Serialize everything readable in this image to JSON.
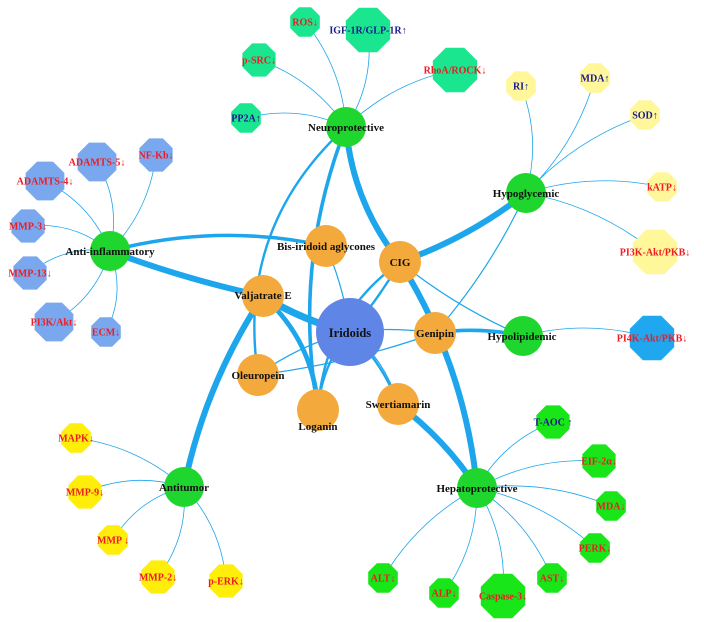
{
  "colors": {
    "edge": "#1ea6ec",
    "center": "#5f86e6",
    "component": "#f3a93b",
    "hub": "#1ed62e",
    "text_red": "#ee1b24",
    "text_navy": "#1a1a8c",
    "text_dark": "#111111",
    "leaf_teal": "#19e68f",
    "leaf_blue": "#7aa8ee",
    "leaf_paleyellow": "#fff79a",
    "leaf_yellow": "#ffee0a",
    "leaf_green": "#19e619",
    "leaf_cyan": "#1fa8ef"
  },
  "center": {
    "id": "iridoids",
    "label": "Iridoids"
  },
  "components": [
    {
      "id": "cig",
      "label": "CIG"
    },
    {
      "id": "bis",
      "label": "Bis-iridoid aglycones"
    },
    {
      "id": "valjatrate",
      "label": "Valjatrate E"
    },
    {
      "id": "genipin",
      "label": "Genipin"
    },
    {
      "id": "oleuropein",
      "label": "Oleuropein"
    },
    {
      "id": "loganin",
      "label": "Loganin"
    },
    {
      "id": "swertiamarin",
      "label": "Swertiamarin"
    }
  ],
  "hubs": [
    {
      "id": "neuroprotective",
      "label": "Neuroprotective",
      "leaves": [
        {
          "label": "ROS↓",
          "color": "leaf_teal",
          "text": "text_red"
        },
        {
          "label": "IGF-1R/GLP-1R↑",
          "color": "leaf_teal",
          "text": "text_navy"
        },
        {
          "label": "p-SRC↓",
          "color": "leaf_teal",
          "text": "text_red"
        },
        {
          "label": "RhoA/ROCK↓",
          "color": "leaf_teal",
          "text": "text_red"
        },
        {
          "label": "PP2A↑",
          "color": "leaf_teal",
          "text": "text_navy"
        }
      ]
    },
    {
      "id": "hypoglycemic",
      "label": "Hypoglycemic",
      "leaves": [
        {
          "label": "RI↑",
          "color": "leaf_paleyellow",
          "text": "text_navy"
        },
        {
          "label": "MDA↑",
          "color": "leaf_paleyellow",
          "text": "text_navy"
        },
        {
          "label": "SOD↑",
          "color": "leaf_paleyellow",
          "text": "text_navy"
        },
        {
          "label": "kATP↓",
          "color": "leaf_paleyellow",
          "text": "text_red"
        },
        {
          "label": "PI3K-Akt/PKB↓",
          "color": "leaf_paleyellow",
          "text": "text_red"
        }
      ]
    },
    {
      "id": "anti-inflammatory",
      "label": "Anti-inflammatory",
      "leaves": [
        {
          "label": "ADAMTS-5↓",
          "color": "leaf_blue",
          "text": "text_red"
        },
        {
          "label": "NF-Kb↓",
          "color": "leaf_blue",
          "text": "text_red"
        },
        {
          "label": "ADAMTS-4↓",
          "color": "leaf_blue",
          "text": "text_red"
        },
        {
          "label": "MMP-3↓",
          "color": "leaf_blue",
          "text": "text_red"
        },
        {
          "label": "MMP-13↓",
          "color": "leaf_blue",
          "text": "text_red"
        },
        {
          "label": "PI3K/Akt↓",
          "color": "leaf_blue",
          "text": "text_red"
        },
        {
          "label": "ECM↓",
          "color": "leaf_blue",
          "text": "text_red"
        }
      ]
    },
    {
      "id": "hypolipidemic",
      "label": "Hypolipidemic",
      "leaves": [
        {
          "label": "PI4K-Akt/PKB↓",
          "color": "leaf_cyan",
          "text": "text_red"
        }
      ]
    },
    {
      "id": "antitumor",
      "label": "Antitumor",
      "leaves": [
        {
          "label": "MAPK↓",
          "color": "leaf_yellow",
          "text": "text_red"
        },
        {
          "label": "MMP-9↓",
          "color": "leaf_yellow",
          "text": "text_red"
        },
        {
          "label": "MMP ↓",
          "color": "leaf_yellow",
          "text": "text_red"
        },
        {
          "label": "MMP-2↓",
          "color": "leaf_yellow",
          "text": "text_red"
        },
        {
          "label": "p-ERK↓",
          "color": "leaf_yellow",
          "text": "text_red"
        }
      ]
    },
    {
      "id": "hepatoprotective",
      "label": "Hepatoprotective",
      "leaves": [
        {
          "label": "T-AOC ↑",
          "color": "leaf_green",
          "text": "text_navy"
        },
        {
          "label": "EIF-2α↓",
          "color": "leaf_green",
          "text": "text_red"
        },
        {
          "label": "MDA↓",
          "color": "leaf_green",
          "text": "text_red"
        },
        {
          "label": "PERK↓",
          "color": "leaf_green",
          "text": "text_red"
        },
        {
          "label": "AST↓",
          "color": "leaf_green",
          "text": "text_red"
        },
        {
          "label": "ALT↓",
          "color": "leaf_green",
          "text": "text_red"
        },
        {
          "label": "ALP↓",
          "color": "leaf_green",
          "text": "text_red"
        },
        {
          "label": "Caspase-3↓",
          "color": "leaf_green",
          "text": "text_red"
        }
      ]
    }
  ],
  "edges": [
    {
      "from": "iridoids",
      "to": "cig",
      "w": 2
    },
    {
      "from": "iridoids",
      "to": "bis",
      "w": 1
    },
    {
      "from": "iridoids",
      "to": "valjatrate",
      "w": 6
    },
    {
      "from": "iridoids",
      "to": "genipin",
      "w": 1
    },
    {
      "from": "iridoids",
      "to": "oleuropein",
      "w": 1
    },
    {
      "from": "iridoids",
      "to": "loganin",
      "w": 2
    },
    {
      "from": "iridoids",
      "to": "swertiamarin",
      "w": 2
    },
    {
      "from": "cig",
      "to": "neuroprotective",
      "w": 5
    },
    {
      "from": "cig",
      "to": "hypoglycemic",
      "w": 5
    },
    {
      "from": "cig",
      "to": "hepatoprotective",
      "w": 5
    },
    {
      "from": "cig",
      "to": "loganin",
      "w": 2
    },
    {
      "from": "cig",
      "to": "hypolipidemic",
      "w": 1
    },
    {
      "from": "bis",
      "to": "anti-inflammatory",
      "w": 3
    },
    {
      "from": "valjatrate",
      "to": "anti-inflammatory",
      "w": 5
    },
    {
      "from": "valjatrate",
      "to": "antitumor",
      "w": 5
    },
    {
      "from": "valjatrate",
      "to": "loganin",
      "w": 4
    },
    {
      "from": "genipin",
      "to": "hypolipidemic",
      "w": 3
    },
    {
      "from": "genipin",
      "to": "oleuropein",
      "w": 1
    },
    {
      "from": "genipin",
      "to": "hypoglycemic",
      "w": 1
    },
    {
      "from": "oleuropein",
      "to": "neuroprotective",
      "w": 2
    },
    {
      "from": "loganin",
      "to": "neuroprotective",
      "w": 3
    },
    {
      "from": "swertiamarin",
      "to": "hepatoprotective",
      "w": 5
    },
    {
      "from": "swertiamarin",
      "to": "iridoids",
      "w": 1
    }
  ]
}
